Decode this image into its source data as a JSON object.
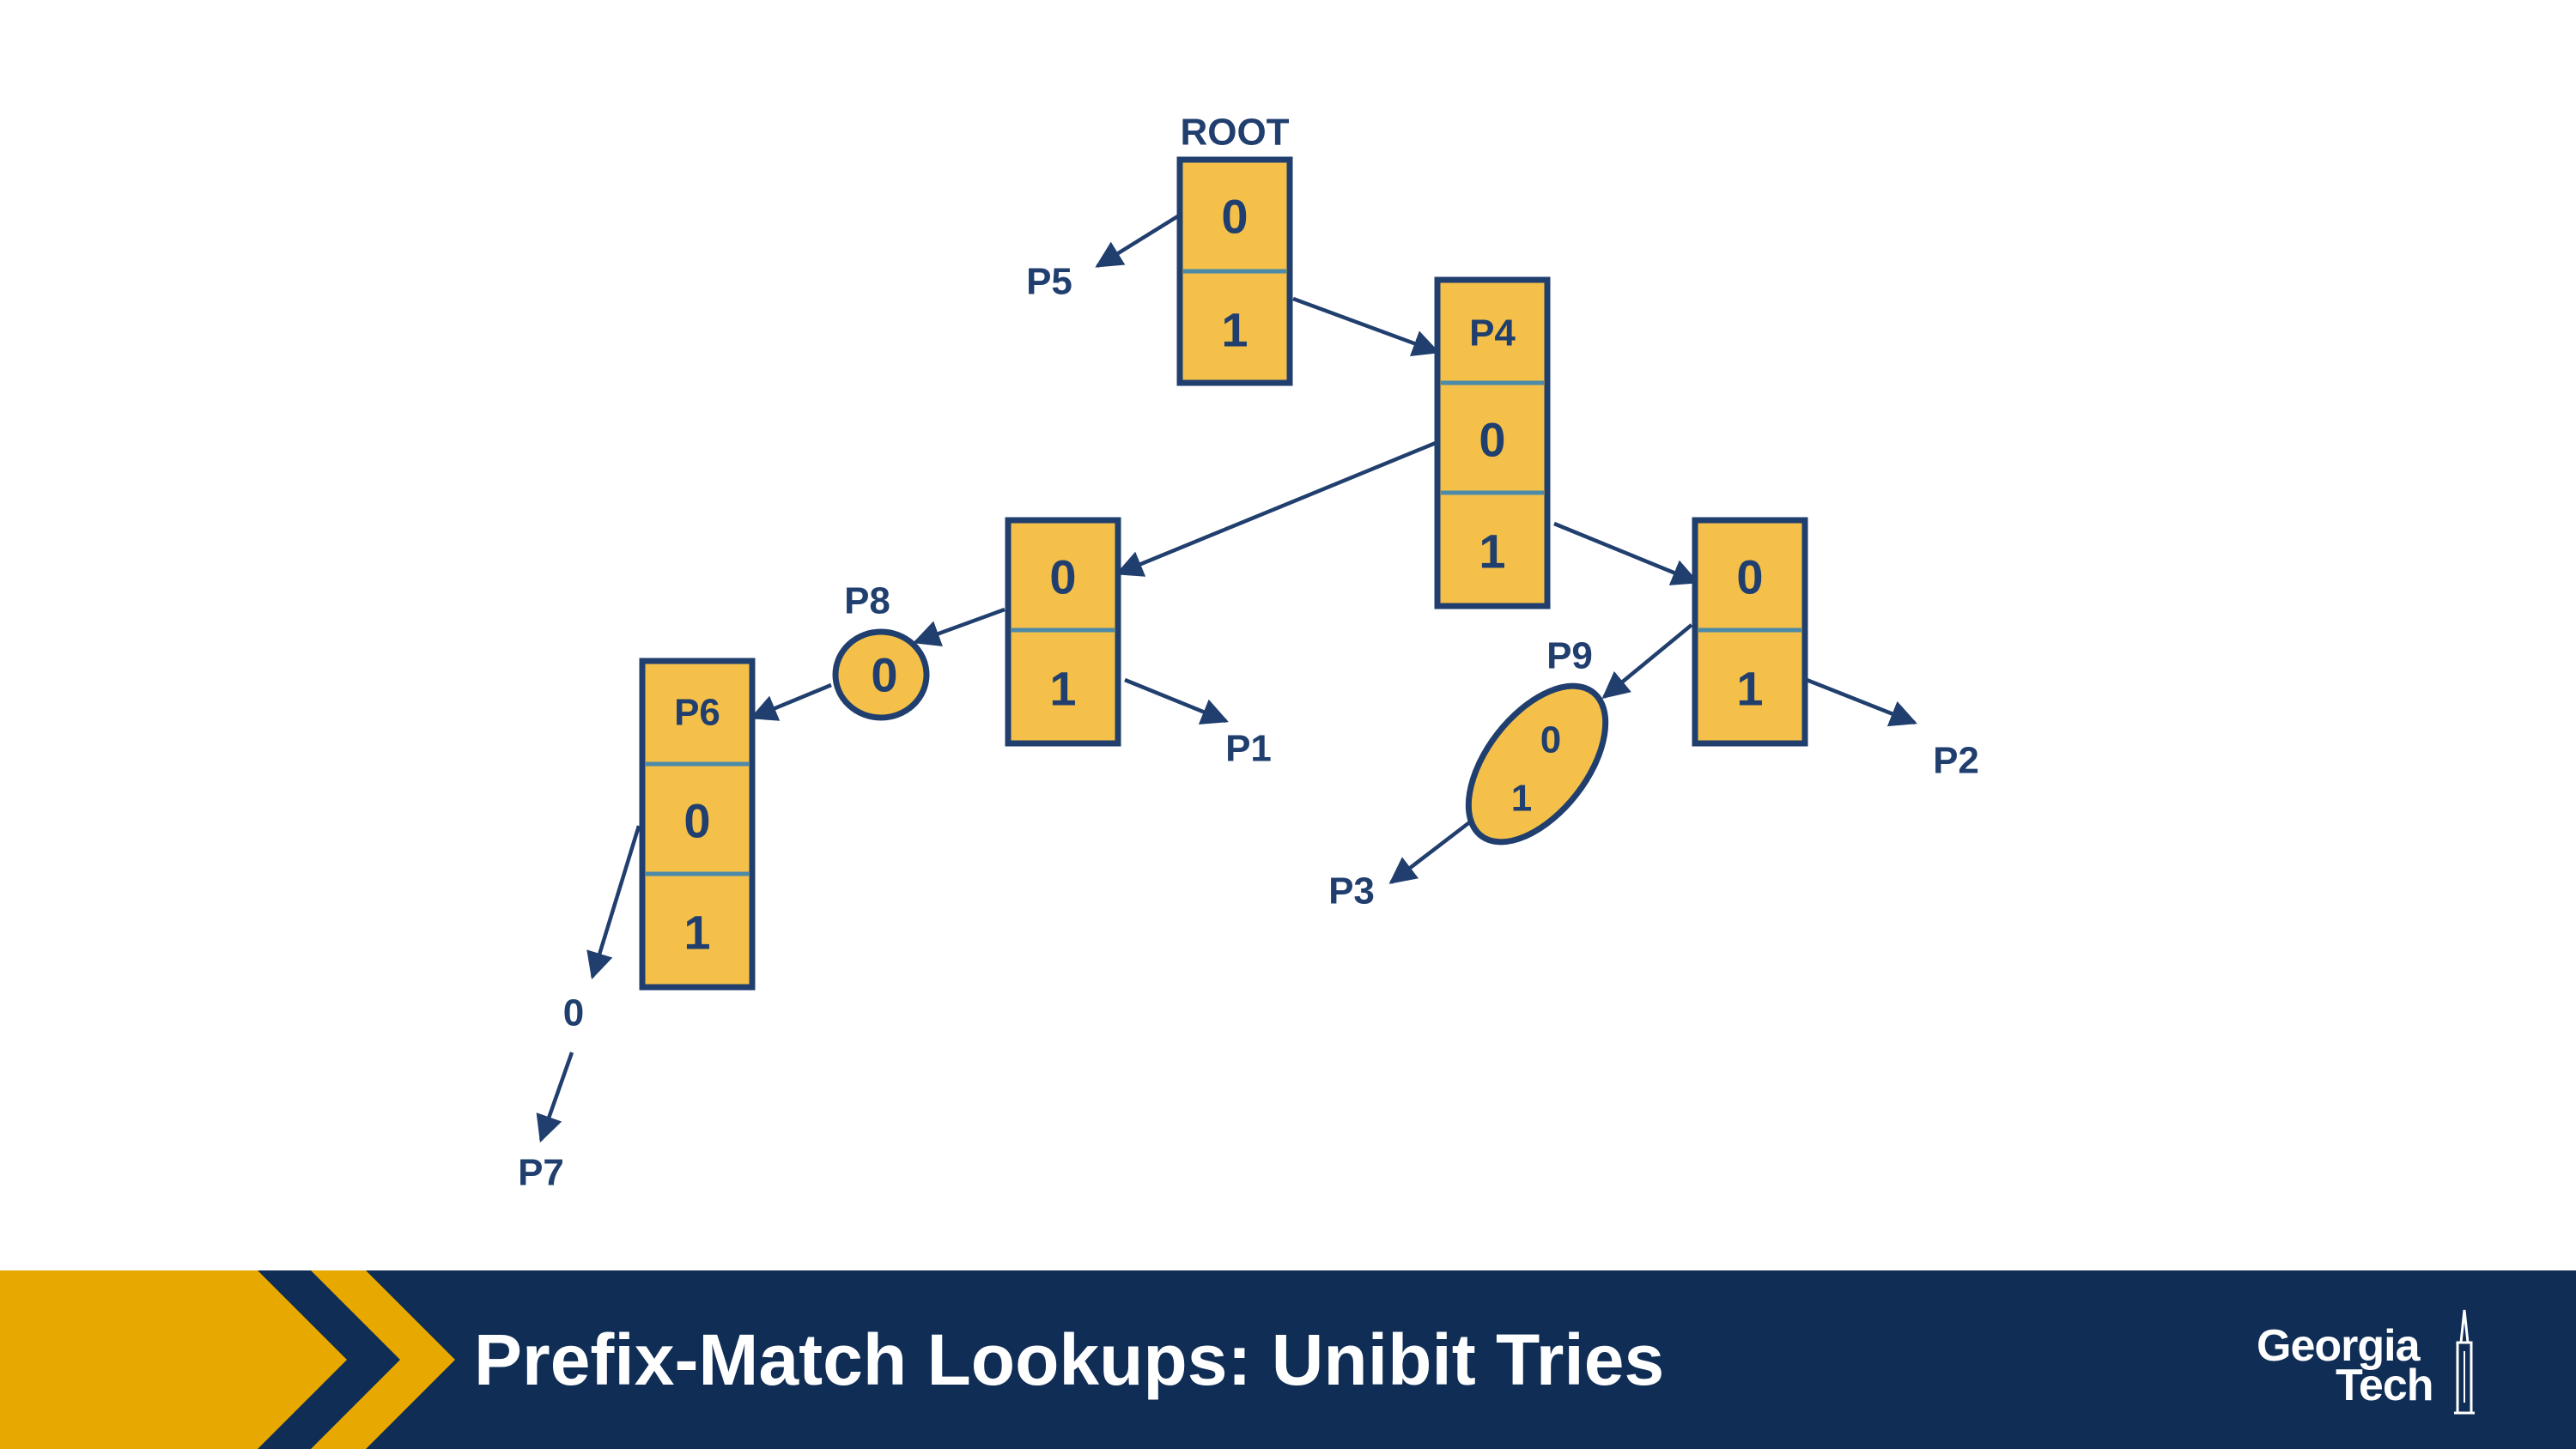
{
  "diagram": {
    "root_label": "ROOT",
    "root_node": {
      "cell0": "0",
      "cell1": "1"
    },
    "p4_node": {
      "prefix": "P4",
      "cell0": "0",
      "cell1": "1"
    },
    "left_node": {
      "cell0": "0",
      "cell1": "1"
    },
    "right_node": {
      "cell0": "0",
      "cell1": "1"
    },
    "p6_node": {
      "prefix": "P6",
      "cell0": "0",
      "cell1": "1"
    },
    "p8_node": {
      "label": "P8",
      "cell0": "0"
    },
    "p9_node": {
      "label": "P9",
      "cell0": "0",
      "cell1": "1"
    },
    "prefix_labels": {
      "p1": "P1",
      "p2": "P2",
      "p3": "P3",
      "p5": "P5",
      "p7": "P7"
    },
    "intermediate_bit": "0"
  },
  "footer": {
    "title": "Prefix-Match Lookups: Unibit Tries",
    "logo_line1": "Georgia",
    "logo_line2": "Tech"
  },
  "colors": {
    "node_fill": "#f4c04a",
    "node_stroke": "#213f6e",
    "divider": "#4b8aa8",
    "footer_bg": "#0f2d55",
    "footer_gold": "#e7a900"
  }
}
